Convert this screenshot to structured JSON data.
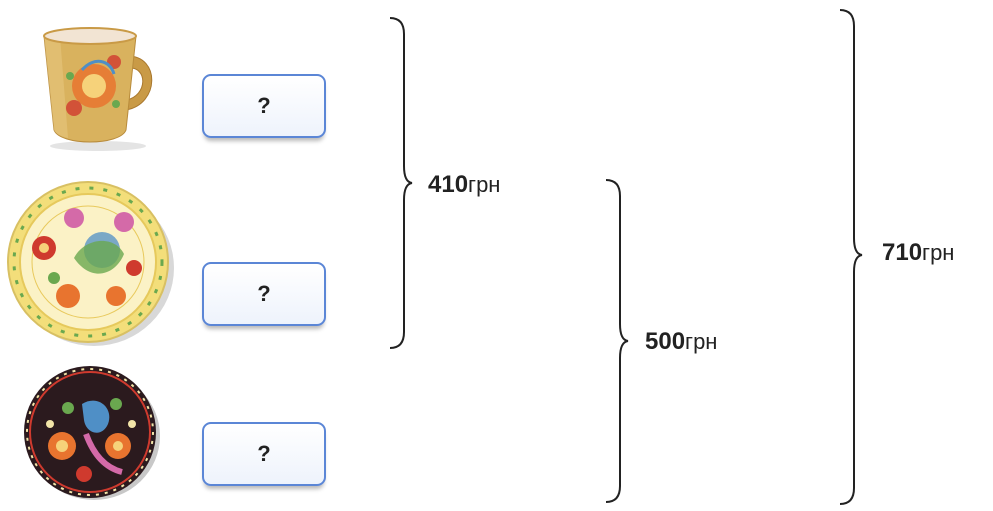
{
  "items": [
    {
      "name": "cup",
      "question": "?"
    },
    {
      "name": "plate",
      "question": "?"
    },
    {
      "name": "saucer",
      "question": "?"
    }
  ],
  "totals": [
    {
      "value": "410",
      "unit": "грн"
    },
    {
      "value": "500",
      "unit": "грн"
    },
    {
      "value": "710",
      "unit": "грн"
    }
  ],
  "colors": {
    "box_border": "#5b86d6",
    "cup_body": "#d9b25e",
    "plate_bg": "#fbf2c6",
    "saucer_bg": "#2b1a1e",
    "ornament_orange": "#e8742f",
    "ornament_red": "#cf3a2e",
    "ornament_green": "#6aa84f",
    "ornament_pink": "#d46aa8"
  }
}
